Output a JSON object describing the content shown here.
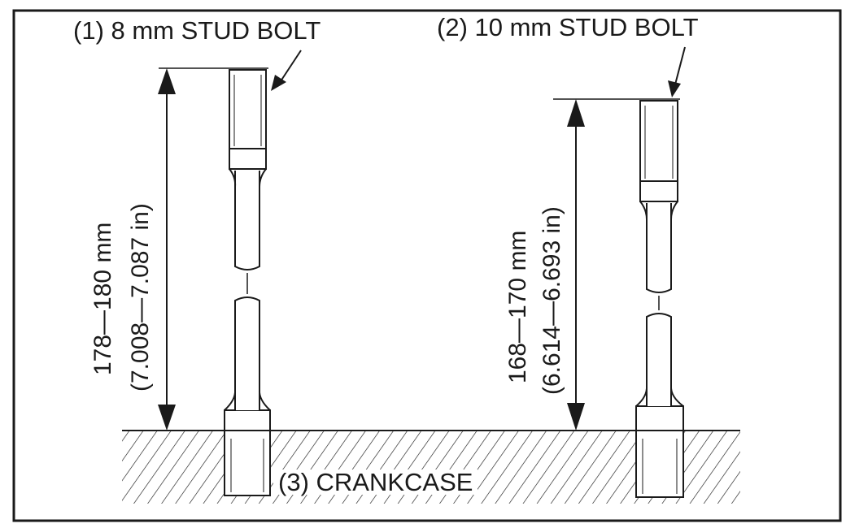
{
  "stud_8mm": {
    "label": "(1) 8 mm STUD BOLT",
    "height_mm": "178—180 mm",
    "height_in": "(7.008—7.087 in)"
  },
  "stud_10mm": {
    "label": "(2) 10 mm STUD BOLT",
    "height_mm": "168—170 mm",
    "height_in": "(6.614—6.693 in)"
  },
  "crankcase": {
    "label": "(3) CRANKCASE"
  },
  "colors": {
    "ink": "#1a1a1a",
    "background": "#ffffff"
  }
}
